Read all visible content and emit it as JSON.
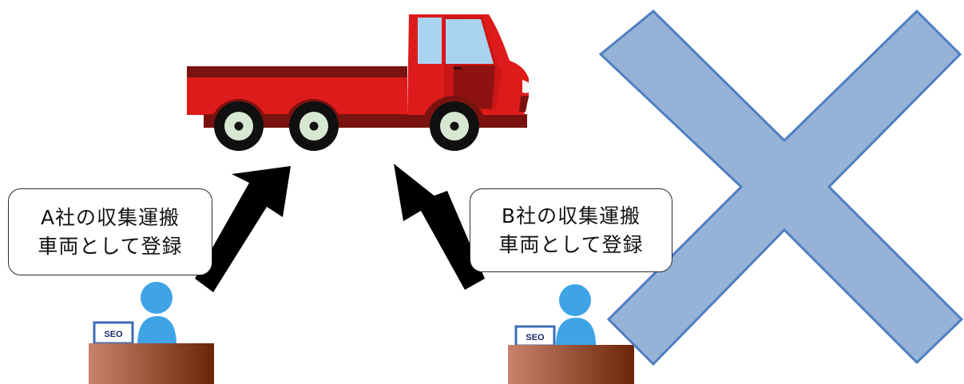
{
  "colors": {
    "truck_body": "#de1b1b",
    "truck_dark": "#7a1210",
    "window": "#a9d3ef",
    "wheel_inner": "#d7e8d2",
    "cross_fill": "#95b3d7",
    "cross_stroke": "#4f7fc0",
    "person": "#3ea4e6",
    "desk_light": "#c7836c",
    "desk_dark": "#6b2507",
    "monitor": "#3d6db6",
    "arrow": "#000000"
  },
  "bubble_a": {
    "line1": "A社の収集運搬",
    "line2": "車両として登録"
  },
  "bubble_b": {
    "line1": "B社の収集運搬",
    "line2": "車両として登録"
  },
  "monitor_a": {
    "label": "SEO"
  },
  "monitor_b": {
    "label": "SEO"
  }
}
